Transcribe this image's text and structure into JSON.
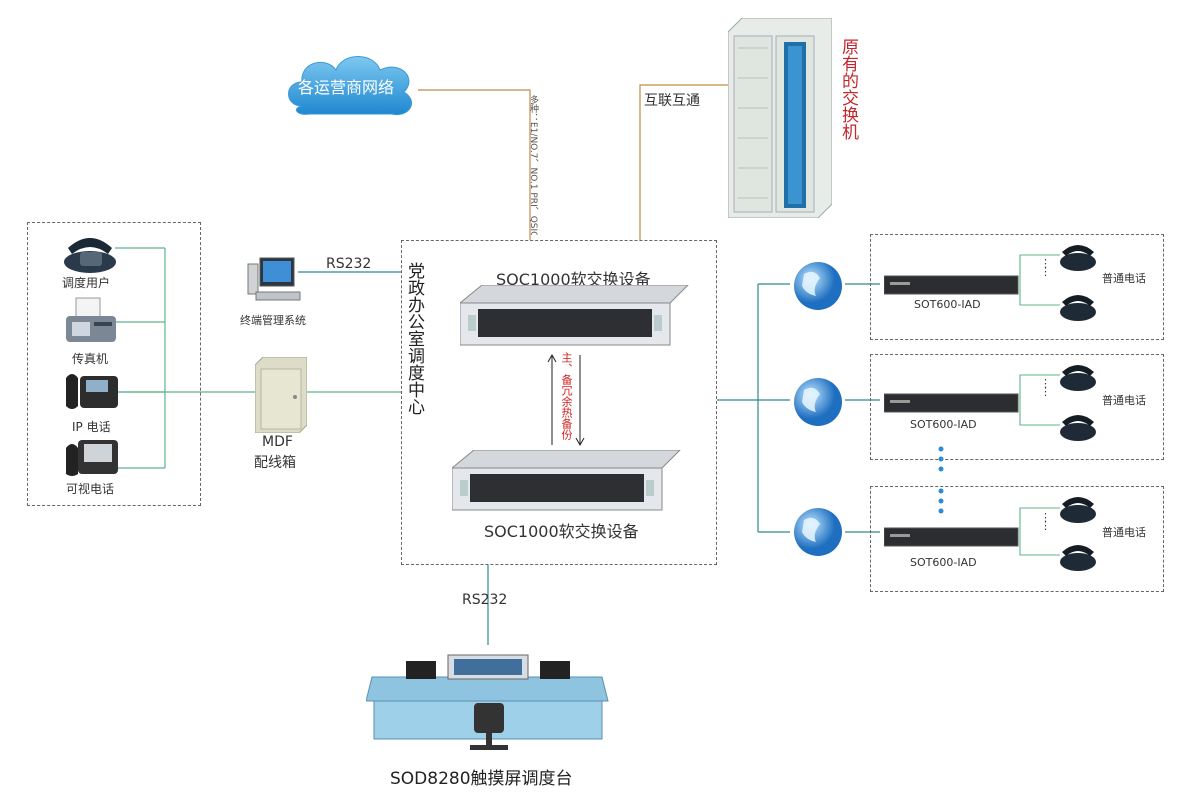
{
  "cloud": {
    "label": "各运营商网络"
  },
  "signaling": {
    "label": "多种：E1/NO.7、NO.1 PRI、QSIG"
  },
  "interconnect": {
    "label": "互联互通"
  },
  "old_switch": {
    "label": "原有的交换机"
  },
  "left_terminals": {
    "items": [
      "调度用户",
      "传真机",
      "IP 电话",
      "可视电话"
    ]
  },
  "mdf": {
    "line1": "MDF",
    "line2": "配线箱"
  },
  "terminal_mgmt": {
    "label": "终端管理系统"
  },
  "rs232_top": "RS232",
  "rs232_bottom": "RS232",
  "center": {
    "vertical_label": "党政办公室调度中心",
    "switch_top": "SOC1000软交换设备",
    "switch_bottom": "SOC1000软交换设备",
    "redundancy": "主、备冗余热备份"
  },
  "iad_groups": [
    {
      "device": "SOT600-IAD",
      "phone_label": "普通电话"
    },
    {
      "device": "SOT600-IAD",
      "phone_label": "普通电话"
    },
    {
      "device": "SOT600-IAD",
      "phone_label": "普通电话"
    }
  ],
  "console": {
    "label": "SOD8280触摸屏调度台"
  },
  "colors": {
    "wire_green": "#5fb58a",
    "wire_orange": "#c08a4a",
    "wire_teal": "#2e8b8b",
    "redundancy_red": "#d42020",
    "switch_text_red": "#c0282e"
  }
}
